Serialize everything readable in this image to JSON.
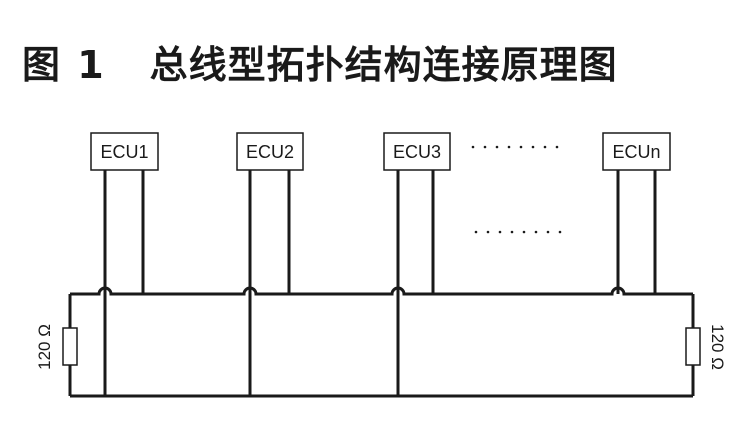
{
  "figure": {
    "label": "图 1",
    "title": "总线型拓扑结构连接原理图"
  },
  "nodes": [
    {
      "id": "ecu1",
      "label": "ECU1"
    },
    {
      "id": "ecu2",
      "label": "ECU2"
    },
    {
      "id": "ecu3",
      "label": "ECU3"
    },
    {
      "id": "ecun",
      "label": "ECUn"
    }
  ],
  "terminators": {
    "left": {
      "label": "120 Ω"
    },
    "right": {
      "label": "120 Ω"
    }
  },
  "colors": {
    "line": "#1a1a1a",
    "background": "#ffffff"
  }
}
